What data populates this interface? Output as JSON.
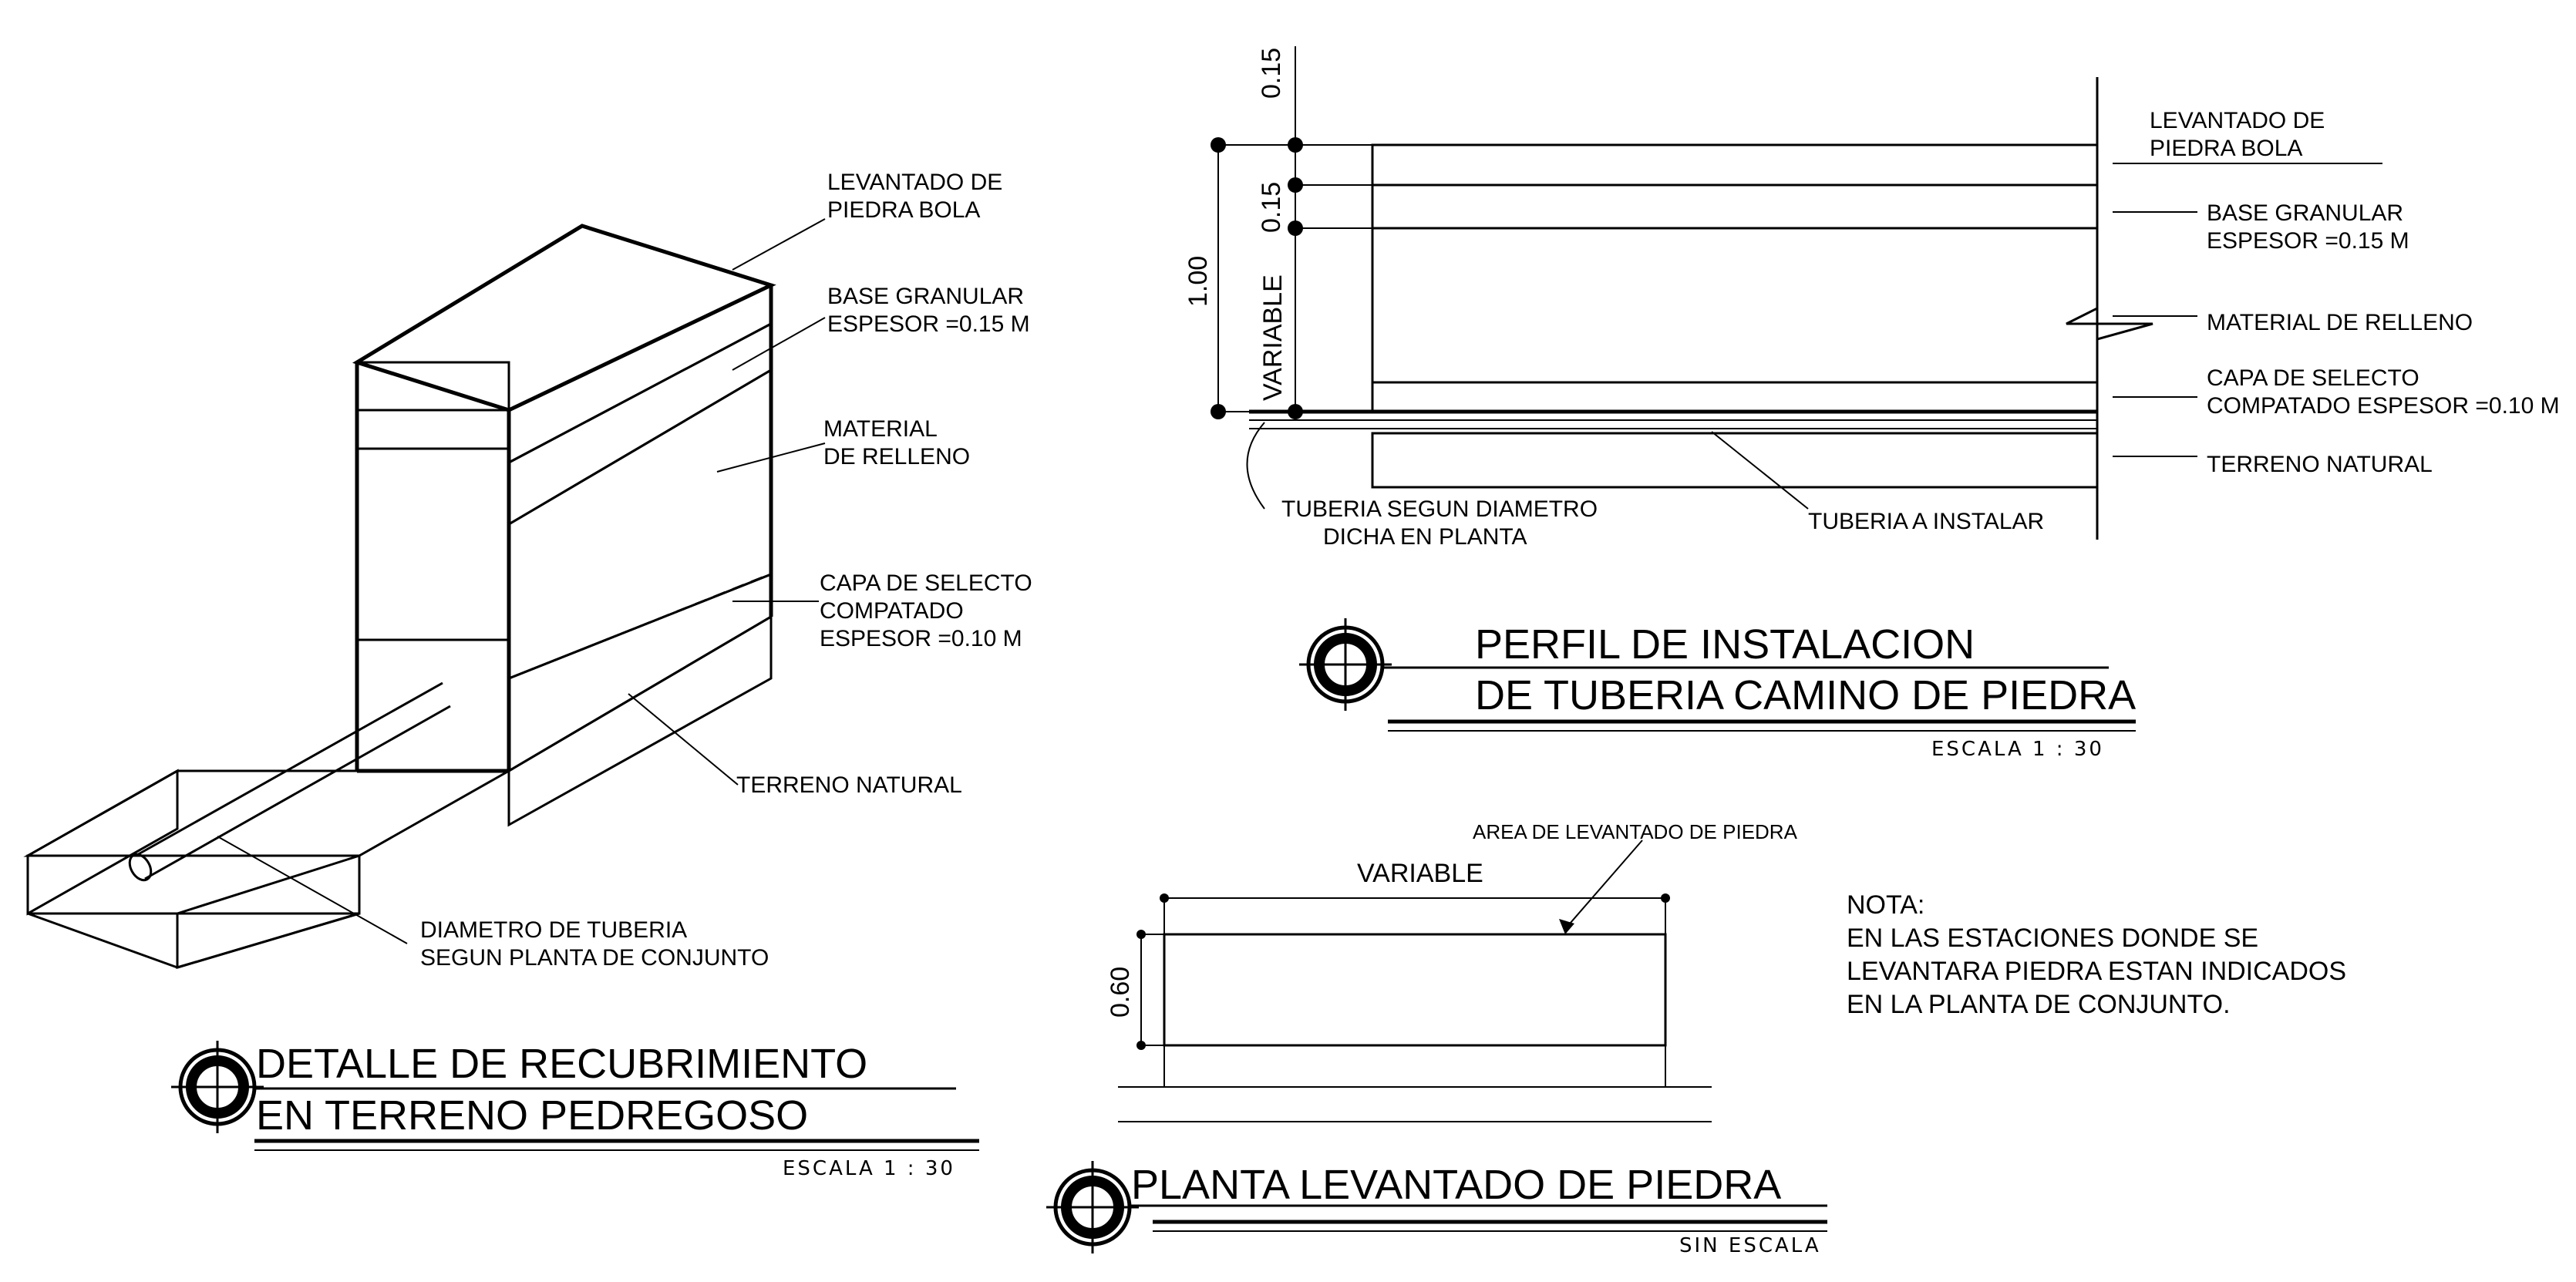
{
  "detail_iso": {
    "labels": {
      "levantado": [
        "LEVANTADO DE",
        "PIEDRA BOLA"
      ],
      "base": [
        "BASE GRANULAR",
        "ESPESOR =0.15 M"
      ],
      "relleno": [
        "MATERIAL",
        "DE RELLENO"
      ],
      "selecto": [
        "CAPA DE SELECTO",
        "COMPATADO",
        "ESPESOR =0.10 M"
      ],
      "terreno": "TERRENO NATURAL",
      "tuberia": [
        "DIAMETRO DE TUBERIA",
        "SEGUN PLANTA DE CONJUNTO"
      ]
    },
    "title": [
      "DETALLE DE RECUBRIMIENTO",
      "EN TERRENO PEDREGOSO"
    ],
    "scale": "ESCALA 1 : 30"
  },
  "detail_profile": {
    "labels": {
      "levantado": [
        "LEVANTADO DE",
        "PIEDRA BOLA"
      ],
      "base": [
        "BASE GRANULAR",
        " ESPESOR =0.15 M"
      ],
      "relleno": "MATERIAL DE RELLENO",
      "selecto": [
        "CAPA DE SELECTO",
        "COMPATADO ESPESOR =0.10 M"
      ],
      "terreno": "TERRENO NATURAL",
      "tuberia_segun": [
        "TUBERIA SEGUN DIAMETRO",
        "DICHA EN PLANTA"
      ],
      "tuberia_instalar": "TUBERIA A INSTALAR"
    },
    "dims": {
      "top": "0.15",
      "second": "0.15",
      "variable": "VARIABLE",
      "total": "1.00"
    },
    "title": [
      "PERFIL DE INSTALACION",
      "DE TUBERIA CAMINO DE PIEDRA"
    ],
    "scale": "ESCALA 1 : 30"
  },
  "detail_plan": {
    "area_label": "AREA DE LEVANTADO DE PIEDRA",
    "width_dim": "VARIABLE",
    "height_dim": "0.60",
    "title": "PLANTA LEVANTADO DE PIEDRA",
    "scale": "SIN ESCALA"
  },
  "note": [
    "NOTA:",
    "EN LAS ESTACIONES DONDE SE",
    "LEVANTARA PIEDRA ESTAN INDICADOS",
    "EN LA PLANTA DE CONJUNTO."
  ]
}
